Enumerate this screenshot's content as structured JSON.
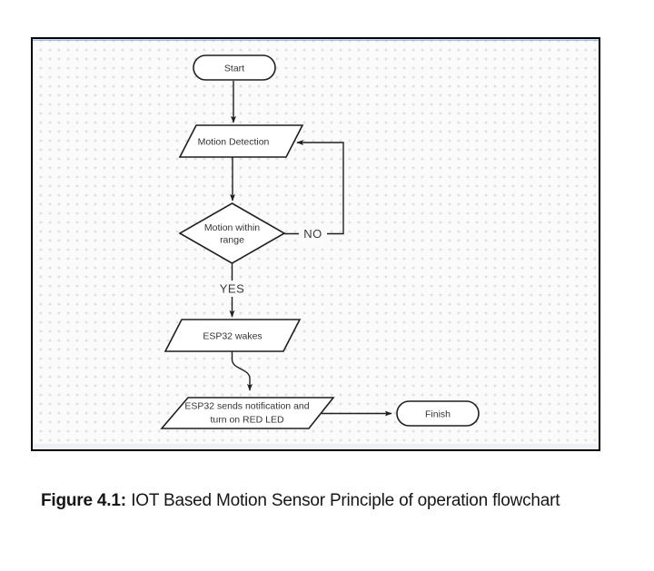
{
  "figure": {
    "caption": {
      "label": "Figure 4.1:",
      "text": "IOT Based Motion Sensor Principle of operation flowchart"
    }
  },
  "flowchart": {
    "nodes": {
      "start": {
        "shape": "terminator",
        "label": "Start"
      },
      "motion_detection": {
        "shape": "parallelogram",
        "label": "Motion Detection"
      },
      "decision": {
        "shape": "diamond",
        "line1": "Motion within",
        "line2": "range"
      },
      "esp32_wakes": {
        "shape": "parallelogram",
        "label": "ESP32 wakes"
      },
      "notify": {
        "shape": "parallelogram",
        "line1": "ESP32 sends notification and",
        "line2": "turn on RED LED"
      },
      "finish": {
        "shape": "terminator",
        "label": "Finish"
      }
    },
    "edge_labels": {
      "yes": "YES",
      "no": "NO"
    },
    "colors": {
      "node_fill": "#ffffff",
      "node_stroke": "#1f1f1f",
      "connector": "#1f1f1f",
      "canvas_background": "#fbfbfb",
      "grid_dot": "#d6d6d6",
      "frame_border": "#000000",
      "top_accent_line": "#8ab4dc",
      "bottom_band": "#edf1f6",
      "label_text": "#333333",
      "caption_text": "#161616"
    }
  }
}
